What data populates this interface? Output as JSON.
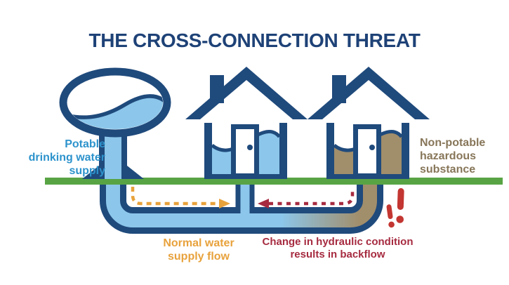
{
  "title": "THE CROSS-CONNECTION THREAT",
  "diagram": {
    "labels": {
      "potable_supply": "Potable\ndrinking water\nsupply",
      "non_potable": "Non-potable\nhazardous\nsubstance",
      "normal_flow": "Normal water\nsupply flow",
      "backflow": "Change in hydraulic condition\nresults in backflow"
    },
    "icons": [
      "water-tower-icon",
      "house-potable-icon",
      "house-hazard-icon",
      "ground-line",
      "supply-pipe",
      "normal-flow-arrow-icon",
      "backflow-arrow-icon",
      "warning-exclamation-icon"
    ],
    "colors": {
      "outline_navy": "#1f4a7c",
      "water_blue": "#8cc7eb",
      "potable_label_blue": "#2d93cc",
      "ground_green": "#58a445",
      "flow_orange": "#e8a23c",
      "backflow_crimson": "#a62b40",
      "hazard_tan": "#a18e6b",
      "hazard_label_tan": "#877659",
      "warning_red": "#c33631"
    }
  }
}
